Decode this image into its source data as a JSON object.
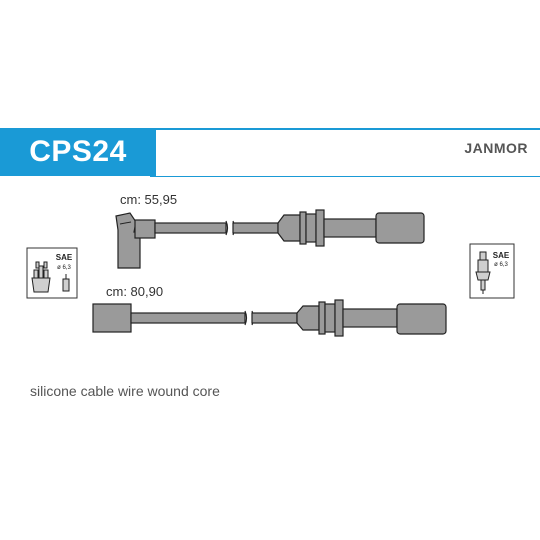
{
  "product": {
    "code": "CPS24",
    "brand": "JANMOR"
  },
  "cables": [
    {
      "length_label": "cm: 55,95"
    },
    {
      "length_label": "cm: 80,90"
    }
  ],
  "connectors": {
    "distributor": {
      "label": "SAE",
      "diameter": "ø 6,3"
    },
    "spark_plug": {
      "label": "SAE",
      "diameter": "ø 6,3"
    }
  },
  "description": "silicone cable wire wound core",
  "colors": {
    "accent": "#1a9ad6",
    "cable_fill": "#9a9a9a",
    "text": "#333333"
  }
}
